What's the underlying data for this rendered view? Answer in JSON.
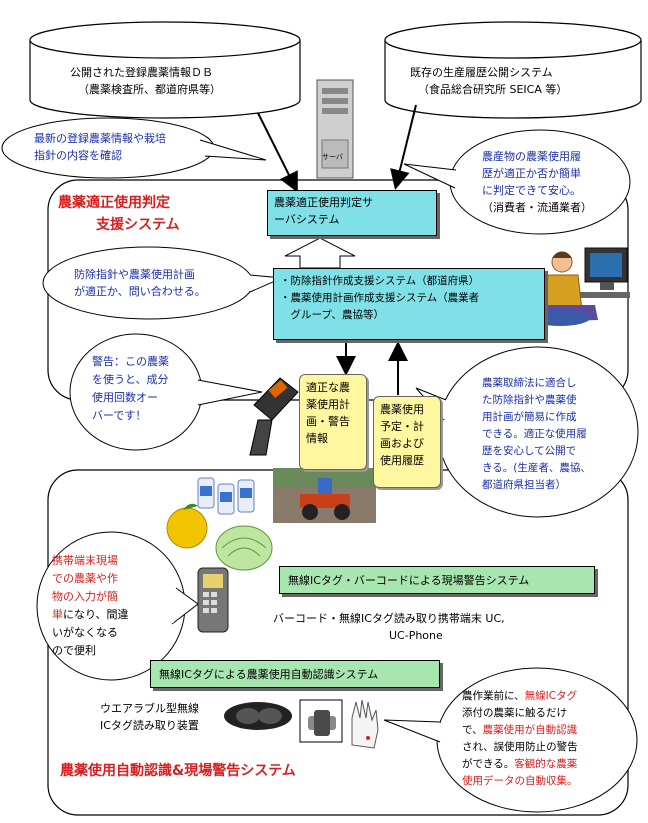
{
  "db_left": {
    "line1": "公開された登録農薬情報ＤＢ",
    "line2": "（農薬検査所、都道府県等）"
  },
  "db_right": {
    "line1": "既存の生産履歴公開システム",
    "line2": "（食品総合研究所 SEICA 等）"
  },
  "server_label": "サーバ",
  "bubble_confirm": {
    "line1": "最新の登録農薬情報や栽培",
    "line2": "指針の内容を確認"
  },
  "bubble_consumer": {
    "line1": "農産物の農薬使用履",
    "line2": "歴が適正か否か簡単",
    "line3": "に判定できて安心。",
    "line4": "（消費者・流通業者）"
  },
  "system_title": {
    "line1": "農薬適正使用判定",
    "line2": "支援システム"
  },
  "server_box": {
    "line1": "農薬適正使用判定サ",
    "line2": "ーバシステム"
  },
  "bubble_inquiry": {
    "line1": "防除指針や農薬使用計画",
    "line2": "が適正か、問い合わせる。"
  },
  "plan_box": {
    "line1": "・防除指針作成支援システム（都道府県）",
    "line2": "・農薬使用計画作成支援システム（農業者",
    "line3": "　グループ、農協等）"
  },
  "bubble_warning": {
    "line1": "警告：この農薬",
    "line2": "を使うと、成分",
    "line3": "使用回数オー",
    "line4": "バーです！"
  },
  "note_info": {
    "line1": "適正な農",
    "line2": "薬使用計",
    "line3": "画・警告",
    "line4": "情報"
  },
  "note_plan": {
    "line1": "農薬使用",
    "line2": "予定・計",
    "line3": "画および",
    "line4": "使用履歴"
  },
  "bubble_law": {
    "line1": "農薬取締法に適合し",
    "line2": "た防除指針や農薬使",
    "line3": "用計画が簡易に作成",
    "line4": "できる。適正な使用履",
    "line5": "歴を安心して公開で",
    "line6": "きる。(生産者、農協、",
    "line7": "都道府県担当者）"
  },
  "bubble_mobile": {
    "l1": "携帯端末現場",
    "l2": "での農薬や作",
    "l3": "物の入力が簡",
    "l4a": "単",
    "l4b": "になり、間違",
    "l5": "いがなくなる",
    "l6": "ので便利"
  },
  "field_system": "無線ICタグ・バーコードによる現場警告システム",
  "reader_label": {
    "line1": "バーコード・無線ICタグ読み取り携帯端末 UC,",
    "line2": "UC-Phone"
  },
  "auto_system": "無線ICタグによる農薬使用自動認識システム",
  "wearable_label": {
    "line1": "ウエアラブル型無線",
    "line2": "ICタグ読み取り装置"
  },
  "bubble_auto": {
    "l1a": "農作業前に、",
    "l1b": "無線ICタグ",
    "l2": "添付の農薬に触るだけ",
    "l3a": "で、",
    "l3b": "農薬使用が自動認識",
    "l4": "され、誤使用防止の警告",
    "l5a": "ができる。",
    "l5b": "客観的な農薬",
    "l6": "使用データの自動収集。"
  },
  "bottom_title": "農薬使用自動認識&現場警告システム",
  "colors": {
    "cyan": "#7fe0e8",
    "green": "#a8e6b0",
    "yellow": "#fff7a0",
    "red": "#d81e1e",
    "blue": "#1a2ea8"
  }
}
